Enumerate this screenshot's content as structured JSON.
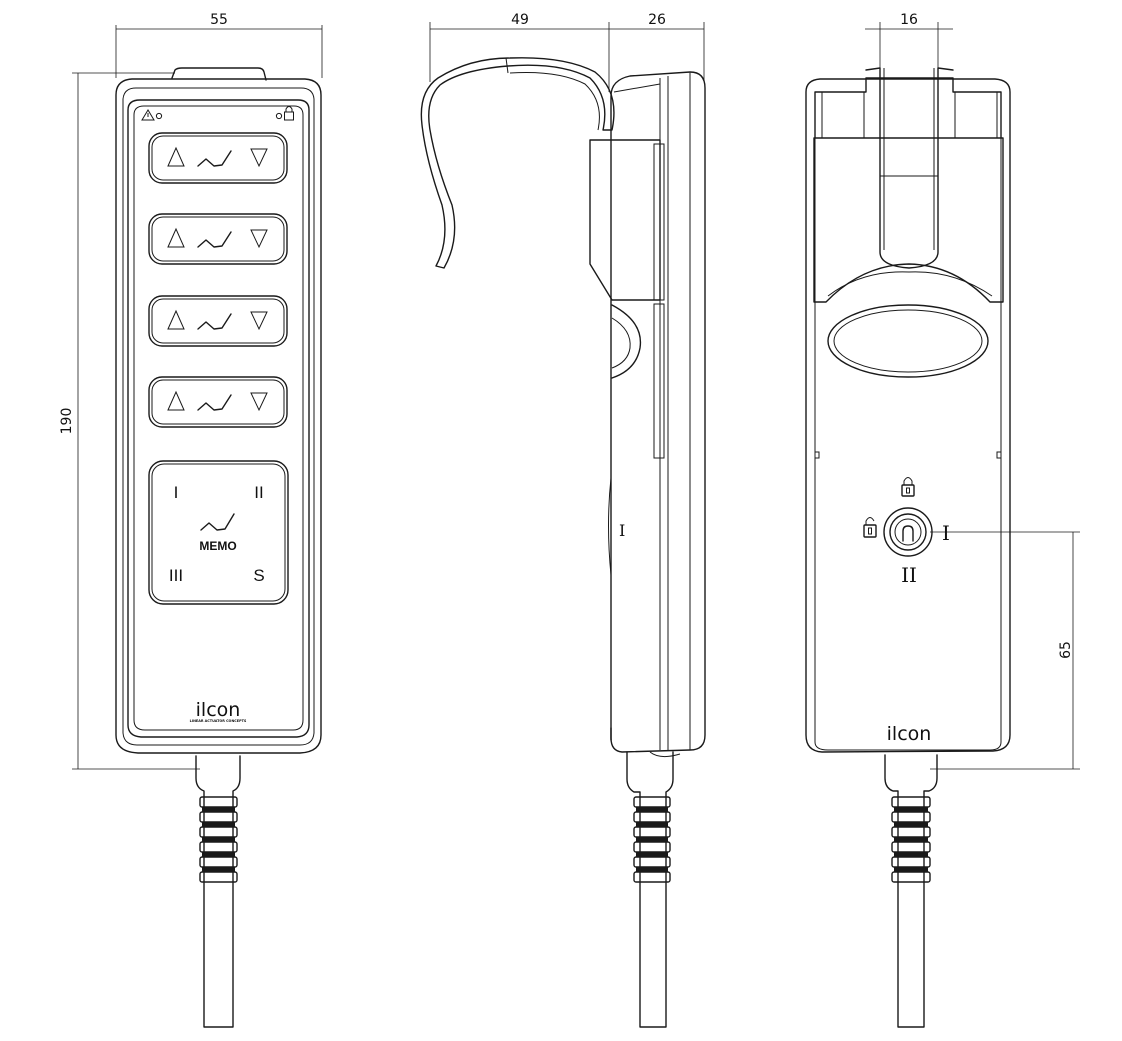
{
  "dimensions": {
    "front_width": "55",
    "front_height": "190",
    "hook_depth": "49",
    "body_depth": "26",
    "clip_width": "16",
    "key_height": "65"
  },
  "front": {
    "motor_buttons": [
      {
        "up_symbol": "up-arrow-icon",
        "pictogram": "bed-position-icon",
        "down_symbol": "down-arrow-icon"
      },
      {
        "up_symbol": "up-arrow-icon",
        "pictogram": "bed-position-icon",
        "down_symbol": "down-arrow-icon"
      },
      {
        "up_symbol": "up-arrow-icon",
        "pictogram": "bed-position-icon",
        "down_symbol": "down-arrow-icon"
      },
      {
        "up_symbol": "up-arrow-icon",
        "pictogram": "bed-position-icon",
        "down_symbol": "down-arrow-icon"
      }
    ],
    "memo": {
      "label": "MEMO",
      "slot_1": "I",
      "slot_2": "II",
      "slot_3": "III",
      "slot_s": "S"
    },
    "brand": "ilcon",
    "brand_tagline": "LINEAR ACTUATOR CONCEPTS"
  },
  "side": {
    "key_mark": "I"
  },
  "back": {
    "brand": "ilcon",
    "key_position_1": "I",
    "key_position_2": "II",
    "lock_symbol": "lock-closed-icon",
    "unlock_symbol": "lock-open-icon"
  }
}
